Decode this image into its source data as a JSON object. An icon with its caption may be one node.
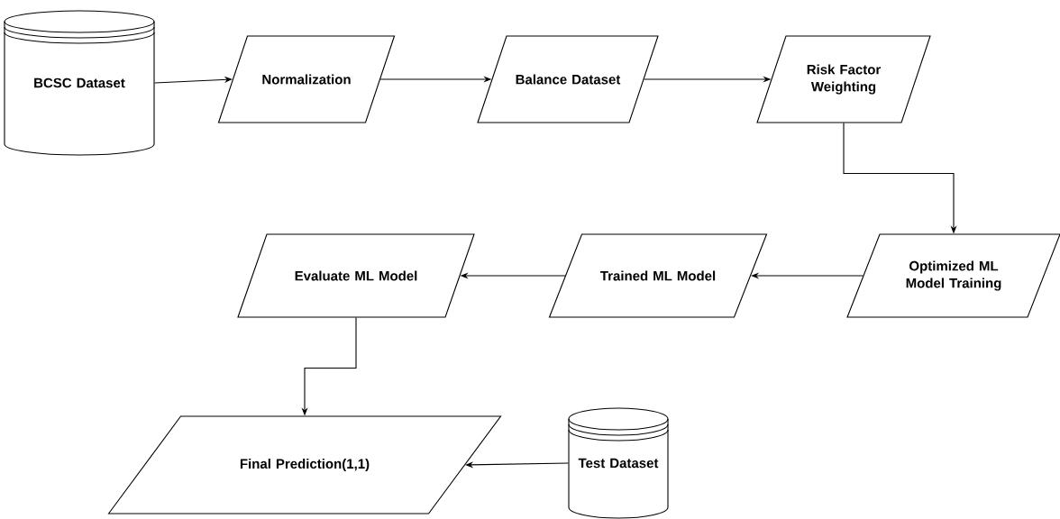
{
  "diagram": {
    "nodes": [
      {
        "text": [
          "BCSC Dataset"
        ]
      },
      {
        "text": [
          "Normalization"
        ]
      },
      {
        "text": [
          "Balance Dataset"
        ]
      },
      {
        "text": [
          "Risk Factor Weighting"
        ]
      },
      {
        "text": [
          "Optimized ML Model Training"
        ]
      },
      {
        "text": [
          "Trained ML Model"
        ]
      },
      {
        "text": [
          "Evaluate ML Model"
        ]
      },
      {
        "text": [
          "Final Prediction(1,1)"
        ]
      },
      {
        "text": [
          "Test Dataset"
        ]
      }
    ],
    "edges": [
      {
        "from": 0,
        "to": 1,
        "arrow": "to"
      },
      {
        "from": 1,
        "to": 2,
        "arrow": "to"
      },
      {
        "from": 2,
        "to": 3,
        "arrow": "to"
      },
      {
        "from": 3,
        "to": 4,
        "arrow": "to"
      },
      {
        "from": 4,
        "to": 5,
        "arrow": "to"
      },
      {
        "from": 5,
        "to": 6,
        "arrow": "to"
      },
      {
        "from": 6,
        "to": 7,
        "arrow": "to"
      },
      {
        "from": 8,
        "to": 7,
        "arrow": "to"
      }
    ]
  }
}
